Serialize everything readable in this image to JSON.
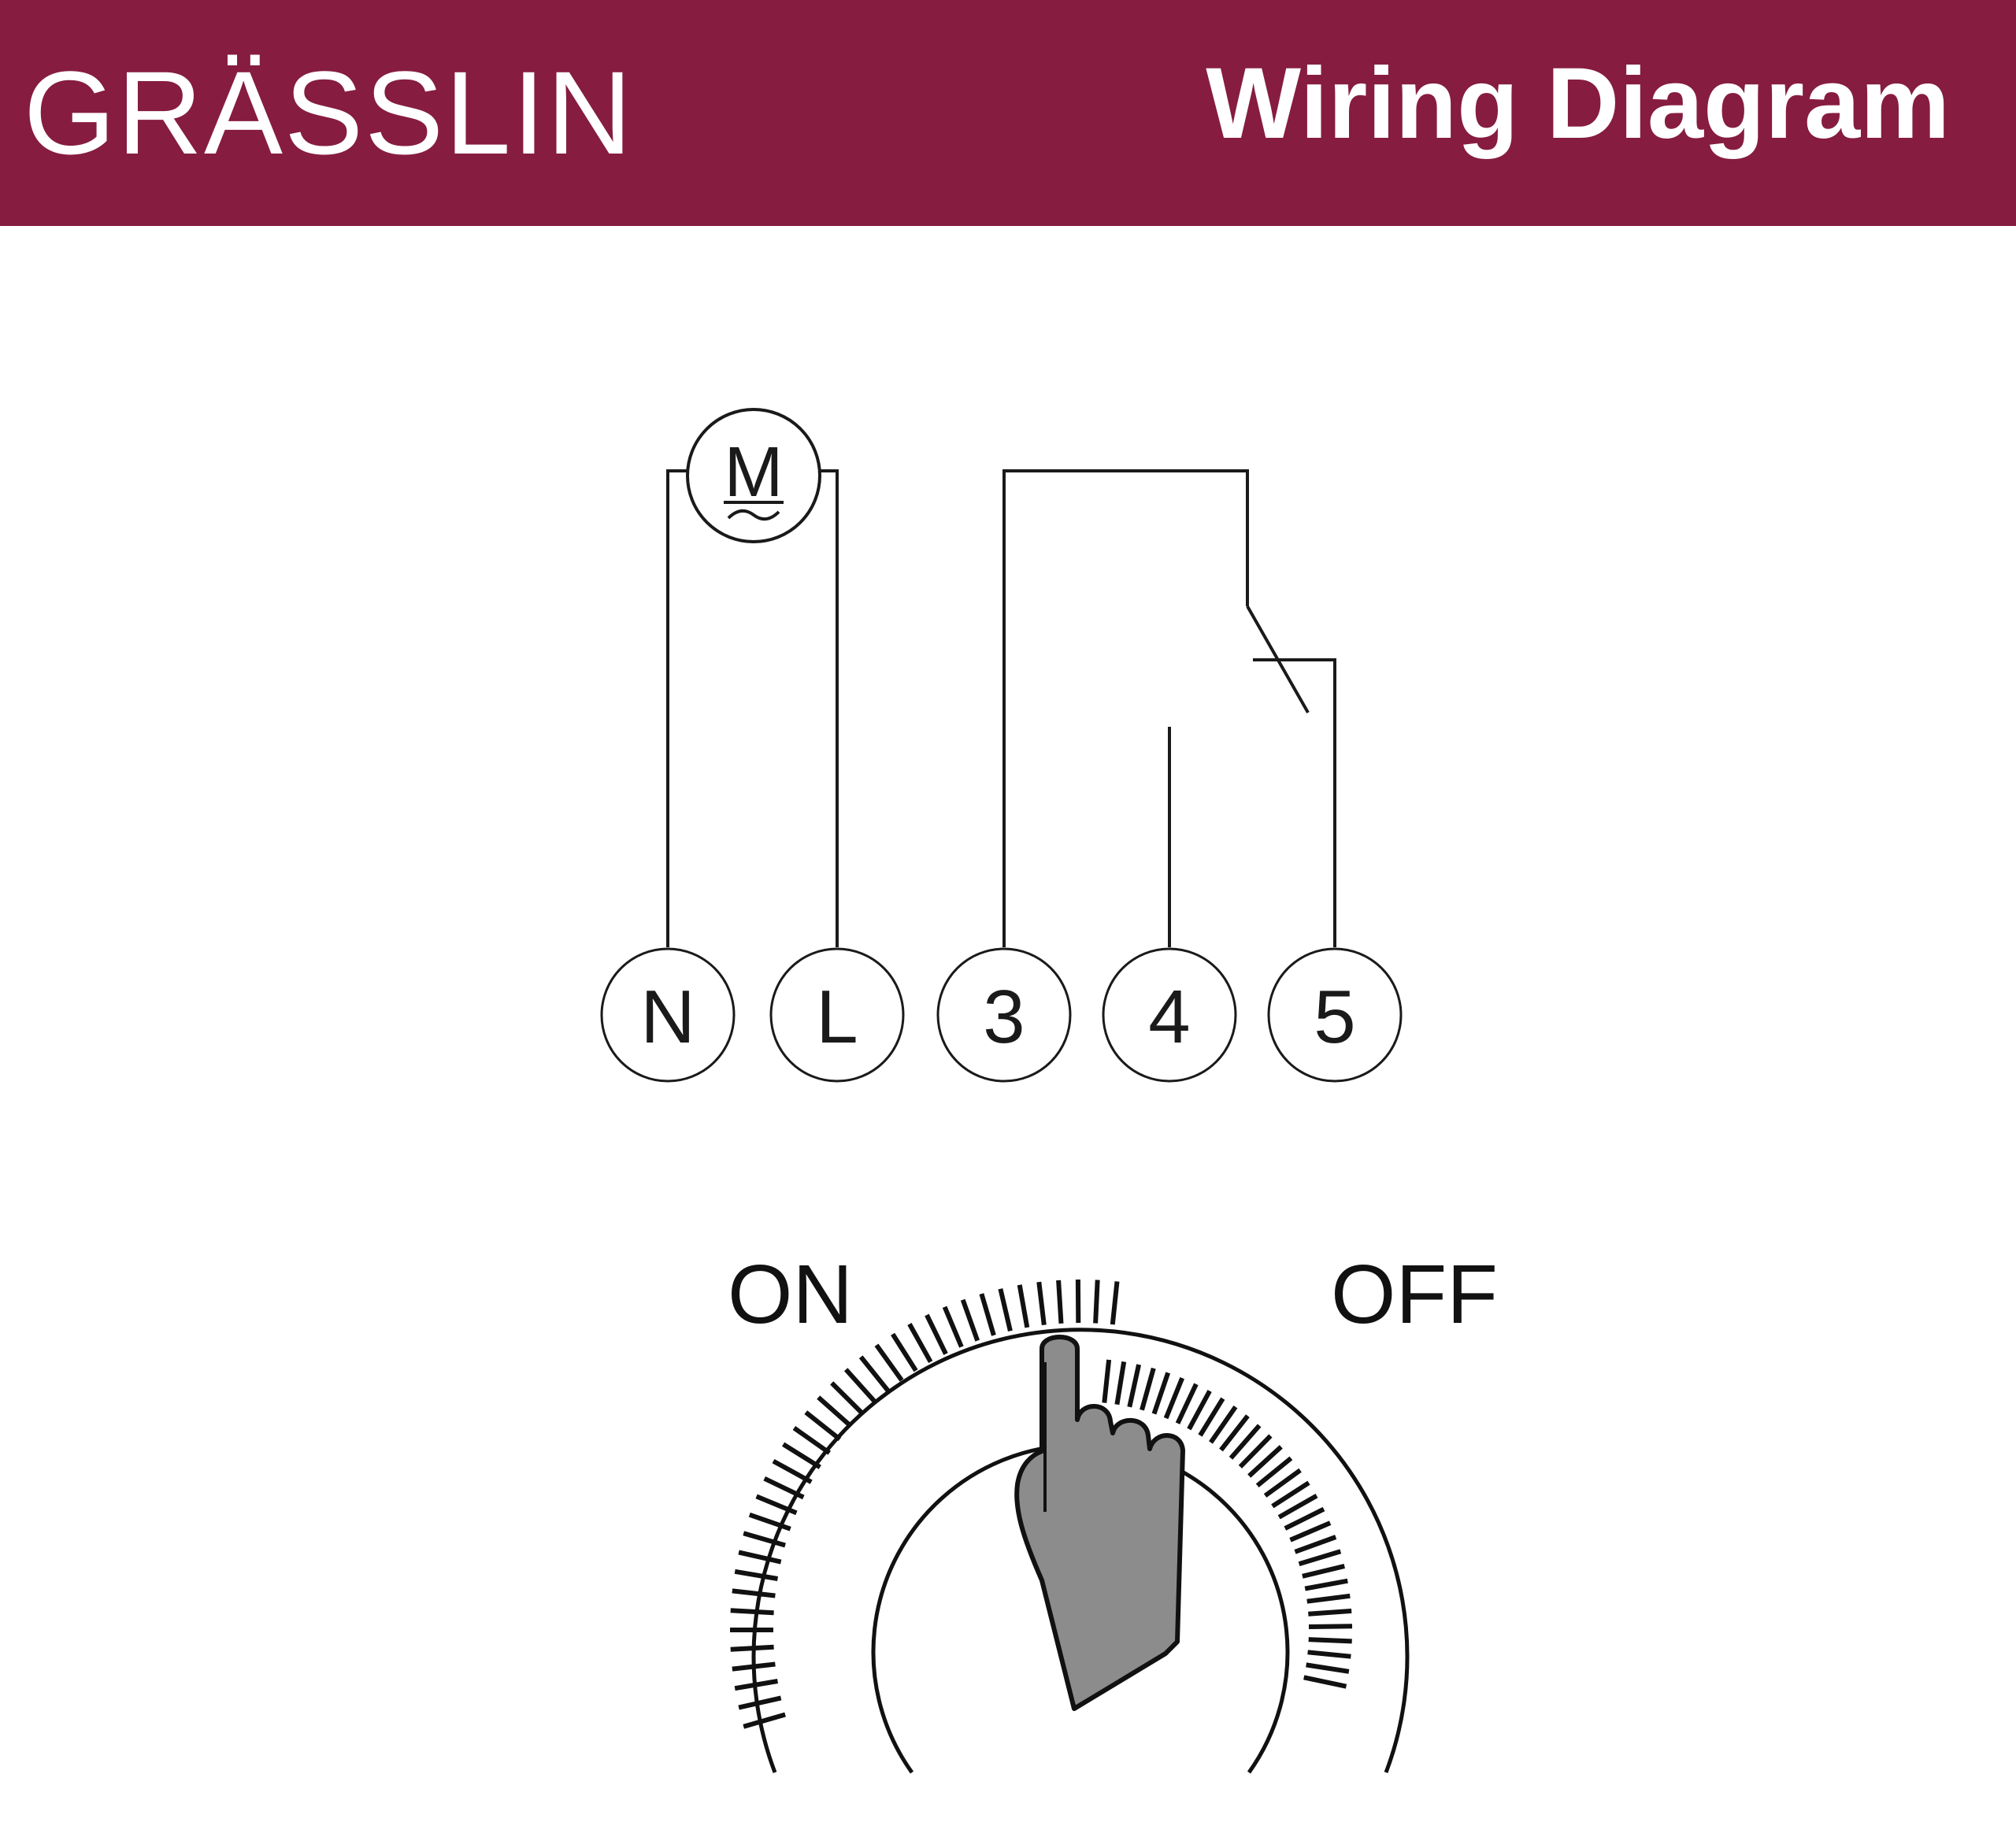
{
  "header": {
    "brand": "GRÄSSLIN",
    "title": "Wiring Diagram"
  },
  "wiring": {
    "motor_label": "M",
    "terminals": [
      {
        "id": "N",
        "label": "N"
      },
      {
        "id": "L",
        "label": "L"
      },
      {
        "id": "3",
        "label": "3"
      },
      {
        "id": "4",
        "label": "4"
      },
      {
        "id": "5",
        "label": "5"
      }
    ]
  },
  "dial": {
    "on_label": "ON",
    "off_label": "OFF"
  },
  "colors": {
    "brand": "#861c40",
    "line": "#1a1a1a",
    "hand": "#8c8c8c"
  }
}
